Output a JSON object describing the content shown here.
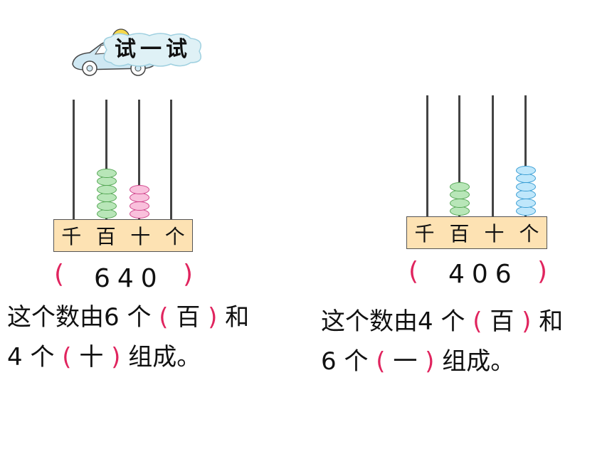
{
  "header": {
    "title": "试一试"
  },
  "abacus_left": {
    "places": [
      "千",
      "百",
      "十",
      "个"
    ],
    "beads": [
      0,
      6,
      4,
      0
    ],
    "bead_colors": [
      "",
      "#b8e6b8",
      "#f9c0dc",
      ""
    ],
    "answer": "640"
  },
  "abacus_right": {
    "places": [
      "千",
      "百",
      "十",
      "个"
    ],
    "beads": [
      0,
      4,
      0,
      6
    ],
    "bead_colors": [
      "",
      "#b8e6b8",
      "",
      "#bfe7fb"
    ],
    "answer": "406"
  },
  "text_left": {
    "line1_prefix": "这个数由",
    "num1": "6",
    "unit": "个",
    "fill1": "百",
    "connector": "和",
    "num2": "4",
    "fill2": "十",
    "suffix": "组成。"
  },
  "text_right": {
    "line1_prefix": "这个数由",
    "num1": "4",
    "unit": "个",
    "fill1": "百",
    "connector": "和",
    "num2": "6",
    "fill2": "一",
    "suffix": "组成。"
  },
  "colors": {
    "paren": "#e0245e"
  }
}
